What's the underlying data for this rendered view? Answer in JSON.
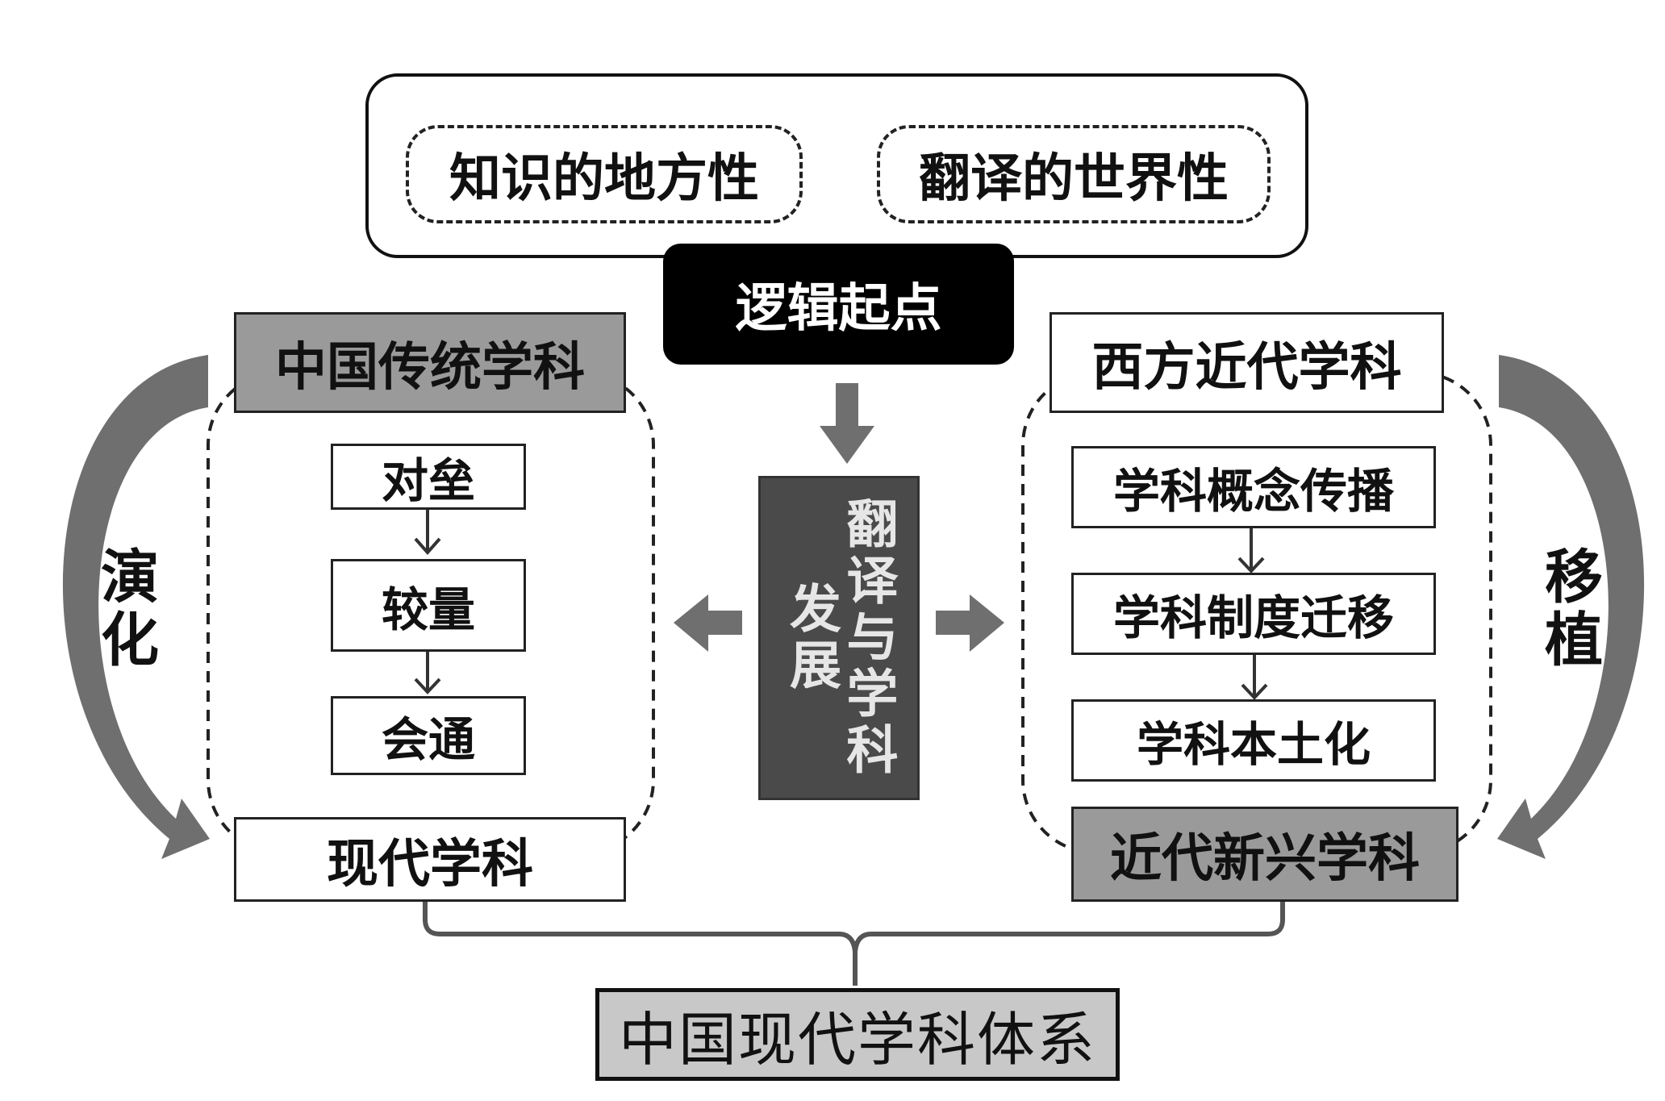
{
  "top": {
    "left_pill": "知识的地方性",
    "right_pill": "翻译的世界性",
    "logic_label": "逻辑起点"
  },
  "center": {
    "label": "翻译与学科发展"
  },
  "left": {
    "header": "中国传统学科",
    "steps": [
      "对垒",
      "较量",
      "会通"
    ],
    "result": "现代学科",
    "side_label": "演化"
  },
  "right": {
    "header": "西方近代学科",
    "steps": [
      "学科概念传播",
      "学科制度迁移",
      "学科本土化"
    ],
    "result": "近代新兴学科",
    "side_label": "移植"
  },
  "bottom": {
    "label": "中国现代学科体系"
  },
  "colors": {
    "arrow_gray": "#6f6f6f",
    "center_box": "#4a4a4a",
    "header_gray": "#9a9a9a",
    "bottom_box": "#c8c8c8"
  }
}
